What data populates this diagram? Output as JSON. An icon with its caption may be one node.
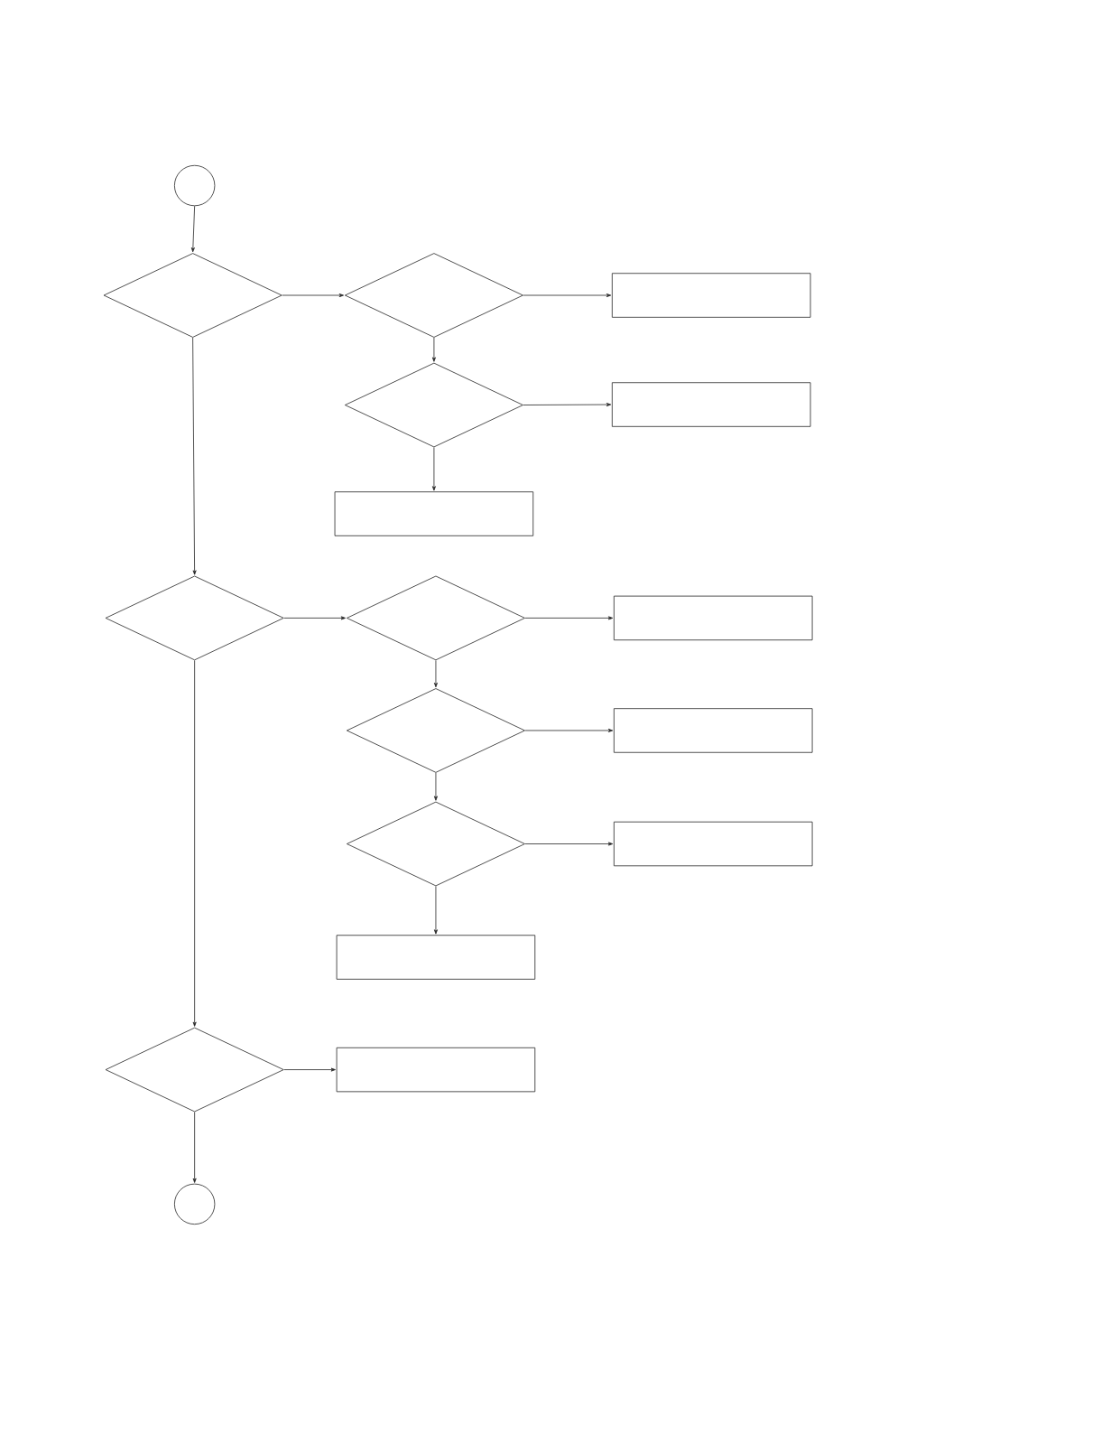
{
  "diagram": {
    "nodes": [
      {
        "text": [],
        "shape": "circle"
      },
      {
        "text": [],
        "shape": "diamond"
      },
      {
        "text": [],
        "shape": "diamond"
      },
      {
        "text": [],
        "shape": "box"
      },
      {
        "text": [],
        "shape": "diamond"
      },
      {
        "text": [],
        "shape": "box"
      },
      {
        "text": [],
        "shape": "box"
      },
      {
        "text": [],
        "shape": "diamond"
      },
      {
        "text": [],
        "shape": "diamond"
      },
      {
        "text": [],
        "shape": "box"
      },
      {
        "text": [],
        "shape": "diamond"
      },
      {
        "text": [],
        "shape": "box"
      },
      {
        "text": [],
        "shape": "diamond"
      },
      {
        "text": [],
        "shape": "box"
      },
      {
        "text": [],
        "shape": "box"
      },
      {
        "text": [],
        "shape": "diamond"
      },
      {
        "text": [],
        "shape": "box"
      },
      {
        "text": [],
        "shape": "circle"
      }
    ],
    "edges": [
      {
        "from": 0,
        "to": 1,
        "arrow": "to"
      },
      {
        "from": 1,
        "to": 2,
        "arrow": "to"
      },
      {
        "from": 2,
        "to": 3,
        "arrow": "to"
      },
      {
        "from": 2,
        "to": 4,
        "arrow": "to"
      },
      {
        "from": 4,
        "to": 5,
        "arrow": "to"
      },
      {
        "from": 4,
        "to": 6,
        "arrow": "to"
      },
      {
        "from": 1,
        "to": 7,
        "arrow": "to"
      },
      {
        "from": 7,
        "to": 8,
        "arrow": "to"
      },
      {
        "from": 8,
        "to": 9,
        "arrow": "to"
      },
      {
        "from": 8,
        "to": 10,
        "arrow": "to"
      },
      {
        "from": 10,
        "to": 11,
        "arrow": "to"
      },
      {
        "from": 10,
        "to": 12,
        "arrow": "to"
      },
      {
        "from": 12,
        "to": 13,
        "arrow": "to"
      },
      {
        "from": 12,
        "to": 14,
        "arrow": "to"
      },
      {
        "from": 7,
        "to": 15,
        "arrow": "to"
      },
      {
        "from": 15,
        "to": 16,
        "arrow": "to"
      },
      {
        "from": 15,
        "to": 17,
        "arrow": "to"
      }
    ]
  }
}
